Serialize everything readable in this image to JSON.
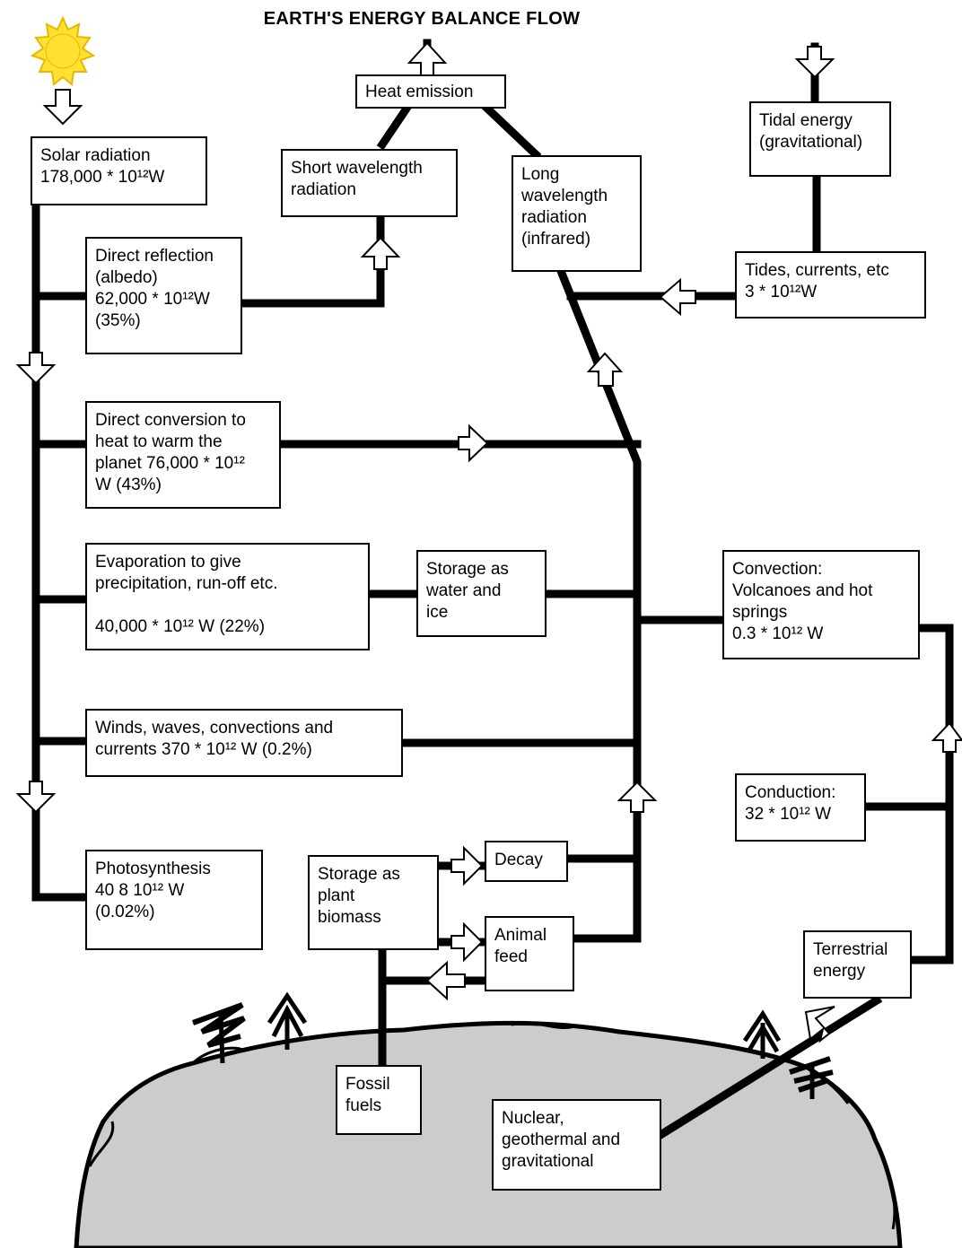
{
  "title": "EARTH'S ENERGY BALANCE FLOW",
  "nodes": {
    "solar_radiation": "Solar radiation\n178,000 * 10¹²W",
    "heat_emission": "Heat emission",
    "short_wavelength": "Short wavelength\nradiation",
    "long_wavelength": "Long\nwavelength\nradiation\n(infrared)",
    "tidal_energy": "Tidal energy\n(gravitational)",
    "direct_reflection": "Direct reflection\n(albedo)\n62,000 * 10¹²W\n(35%)",
    "tides_currents": "Tides, currents, etc\n3 * 10¹²W",
    "direct_conversion": "Direct conversion to\nheat to warm the\nplanet 76,000 * 10¹²\nW (43%)",
    "evaporation": "Evaporation to give\nprecipitation, run-off etc.\n\n40,000 * 10¹² W (22%)",
    "storage_water": "Storage as\nwater and\nice",
    "convection": "Convection:\nVolcanoes and hot\nsprings\n0.3 * 10¹² W",
    "winds_waves": "Winds, waves, convections and\ncurrents 370 * 10¹² W (0.2%)",
    "conduction": "Conduction:\n32 * 10¹²  W",
    "photosynthesis": "Photosynthesis\n40 8 10¹² W\n(0.02%)",
    "storage_biomass": "Storage as\nplant\nbiomass",
    "decay": "Decay",
    "animal_feed": "Animal\nfeed",
    "terrestrial_energy": "Terrestrial\nenergy",
    "fossil_fuels": "Fossil\nfuels",
    "nuclear": "Nuclear,\ngeothermal and\ngravitational"
  },
  "colors": {
    "line": "#000000",
    "earth_fill": "#cccccc",
    "sun_fill": "#ffe033",
    "sun_rays": "#e6b800"
  }
}
